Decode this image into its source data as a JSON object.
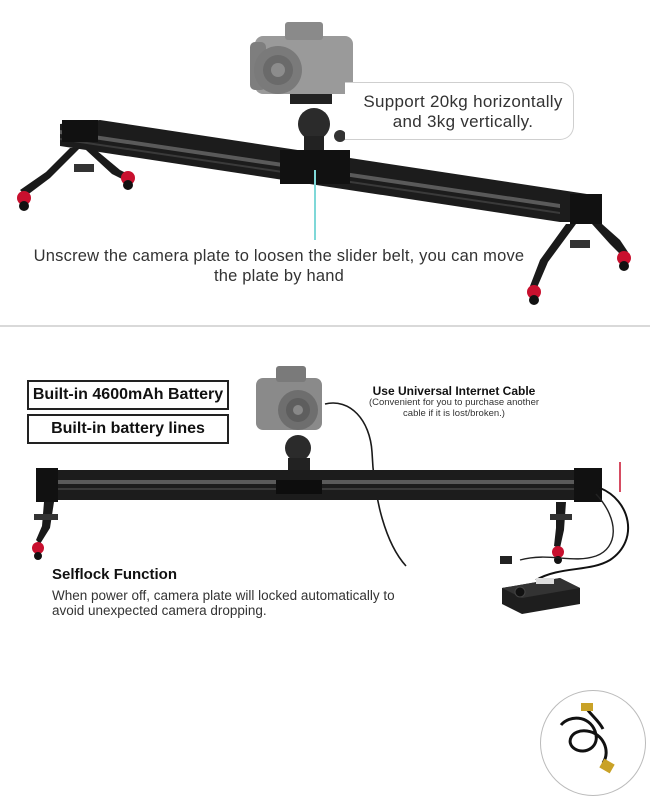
{
  "top_panel": {
    "support_callout": "Support 20kg horizontally and 3kg vertically.",
    "plate_caption": "Unscrew the camera plate to loosen the slider belt, you can move the plate by hand"
  },
  "bottom_panel": {
    "battery_label": "Built-in 4600mAh Battery",
    "battery_lines_label": "Built-in battery lines",
    "cable_title": "Use Universal Internet Cable",
    "cable_note": "(Convenient for you to purchase another cable if it is lost/broken.)",
    "selflock_title": "Selflock Function",
    "selflock_text": "When power off, camera plate will locked automatically to avoid unexpected camera dropping."
  },
  "colors": {
    "rail": "#1c1c1c",
    "rail_highlight": "#5a5a5a",
    "foot_accent": "#c8102e",
    "camera": "#8a8a8a",
    "pointer_line": "#7fd8d8"
  },
  "icons": [
    "camera",
    "ball-head",
    "slider-rail",
    "leg",
    "controller-box",
    "ethernet-cable"
  ]
}
